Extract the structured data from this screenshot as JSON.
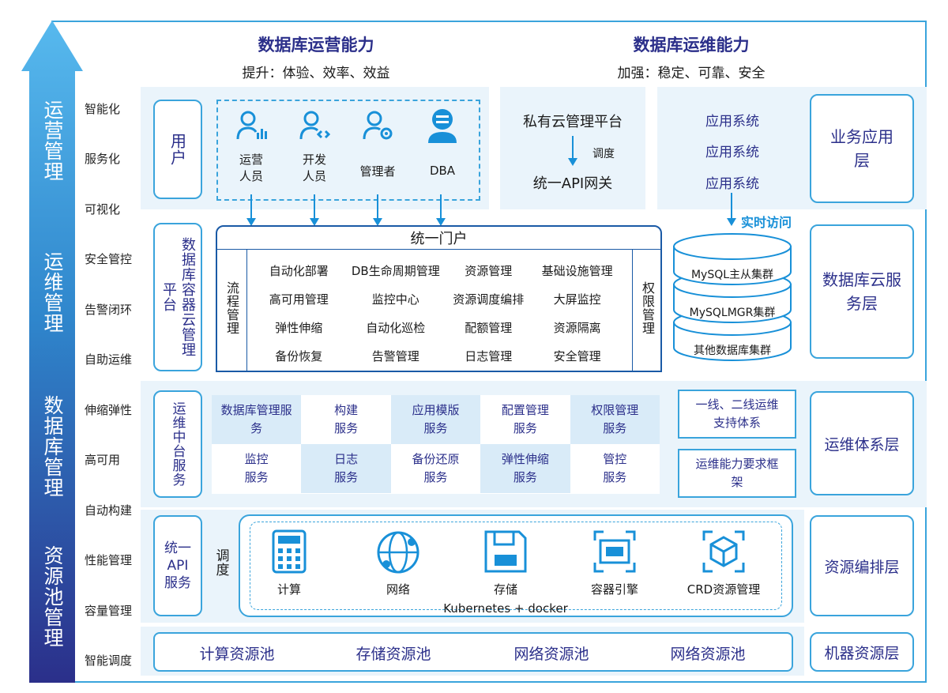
{
  "headers": {
    "ops_capability": "数据库运营能力",
    "ops_goal": "提升：体验、效率、效益",
    "maint_capability": "数据库运维能力",
    "maint_goal": "加强：稳定、可靠、安全"
  },
  "left_axis": {
    "categories": [
      "运营管理",
      "运维管理",
      "数据库管理",
      "资源池管理"
    ],
    "items": [
      "智能化",
      "服务化",
      "可视化",
      "安全管控",
      "告警闭环",
      "自助运维",
      "伸缩弹性",
      "高可用",
      "自动构建",
      "性能管理",
      "容量管理",
      "智能调度"
    ]
  },
  "row1": {
    "user_label": "用户",
    "roles": [
      "运营人员",
      "开发人员",
      "管理者",
      "DBA"
    ],
    "private_cloud": "私有云管理平台",
    "dispatch": "调度",
    "api_gateway": "统一API网关",
    "apps": [
      "应用系统",
      "应用系统",
      "应用系统"
    ]
  },
  "row2": {
    "container_label": "数据库容器云管理平台",
    "portal": "统一门户",
    "process_label": "流程管理",
    "permission_label": "权限管理",
    "functions": [
      [
        "自动化部署",
        "DB生命周期管理",
        "资源管理",
        "基础设施管理"
      ],
      [
        "高可用管理",
        "监控中心",
        "资源调度编排",
        "大屏监控"
      ],
      [
        "弹性伸缩",
        "自动化巡检",
        "配额管理",
        "资源隔离"
      ],
      [
        "备份恢复",
        "告警管理",
        "日志管理",
        "安全管理"
      ]
    ],
    "realtime_access": "实时访问",
    "clusters": [
      "MySQL主从集群",
      "MySQLMGR集群",
      "其他数据库集群"
    ]
  },
  "row3": {
    "middle_label": "运维中台服务",
    "services": [
      [
        "数据库管理服务",
        "构建服务",
        "应用模版服务",
        "配置管理服务",
        "权限管理服务"
      ],
      [
        "监控服务",
        "日志服务",
        "备份还原服务",
        "弹性伸缩服务",
        "管控服务"
      ]
    ],
    "support": "一线、二线运维支持体系",
    "framework": "运维能力要求框架"
  },
  "row4": {
    "api_service": "统一API服务",
    "dispatch": "调度",
    "resources": [
      "计算",
      "网络",
      "存储",
      "容器引擎",
      "CRD资源管理"
    ],
    "platform": "Kubernetes + docker"
  },
  "row5": {
    "pools": [
      "计算资源池",
      "存储资源池",
      "网络资源池",
      "网络资源池"
    ]
  },
  "layers": [
    "业务应用层",
    "数据库云服务层",
    "运维体系层",
    "资源编排层",
    "机器资源层"
  ],
  "colors": {
    "accent": "#3aa4dc",
    "navy": "#2b2f8a",
    "band": "#eaf4fb",
    "arrow_top": "#3fa9e5",
    "arrow_bottom": "#2b2f8a"
  }
}
